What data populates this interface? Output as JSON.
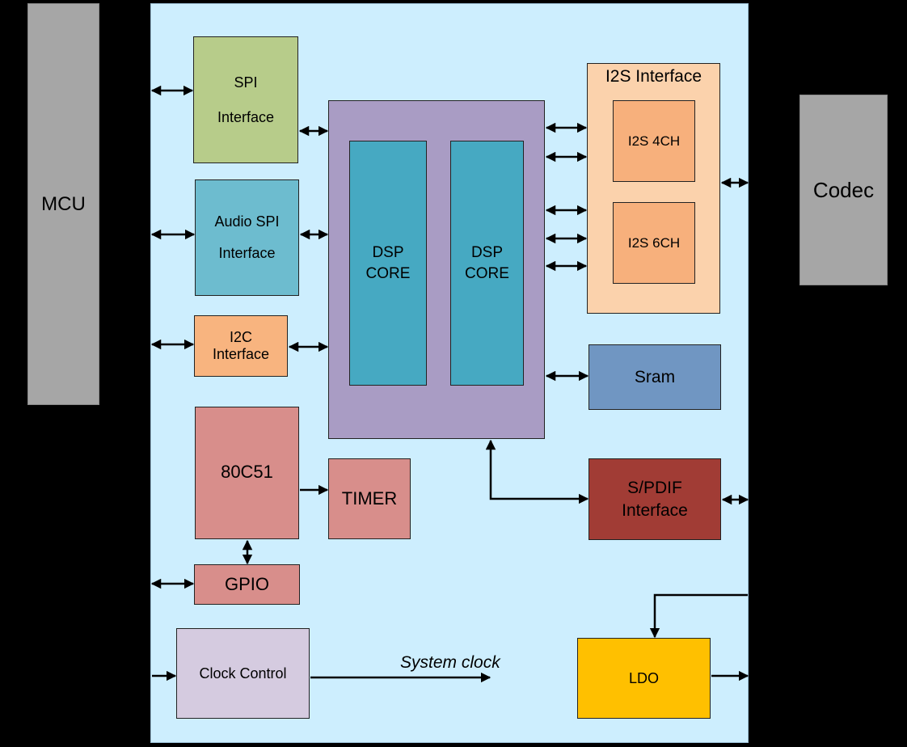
{
  "external": {
    "mcu": "MCU",
    "codec": "Codec"
  },
  "blocks": {
    "spi": {
      "line1": "SPI",
      "line2": "Interface"
    },
    "audio_spi": {
      "line1": "Audio SPI",
      "line2": "Interface"
    },
    "i2c": {
      "line1": "I2C",
      "line2": "Interface"
    },
    "dsp1": {
      "line1": "DSP",
      "line2": "CORE"
    },
    "dsp2": {
      "line1": "DSP",
      "line2": "CORE"
    },
    "i2s": {
      "title": "I2S Interface",
      "ch4": "I2S 4CH",
      "ch6": "I2S 6CH"
    },
    "sram": "Sram",
    "c51": "80C51",
    "timer": "TIMER",
    "spdif": {
      "line1": "S/PDIF",
      "line2": "Interface"
    },
    "gpio": "GPIO",
    "clock": "Clock Control",
    "sysclock": "System clock",
    "ldo": "LDO"
  },
  "colors": {
    "chip_bg": "#cdeefe",
    "external_gray": "#a6a6a6",
    "spi_green": "#b7cc8a",
    "audio_spi_blue": "#6dbccf",
    "i2c_orange": "#f8b47f",
    "dsp_purple": "#a99cc4",
    "dsp_core_teal": "#46a9c2",
    "i2s_outer": "#fbd2ac",
    "i2s_inner": "#f7b07c",
    "sram_blue": "#7096c2",
    "c51_rose": "#d88e8b",
    "spdif_red": "#a13c35",
    "clock_lilac": "#d5cbe0",
    "ldo_yellow": "#ffc000"
  }
}
